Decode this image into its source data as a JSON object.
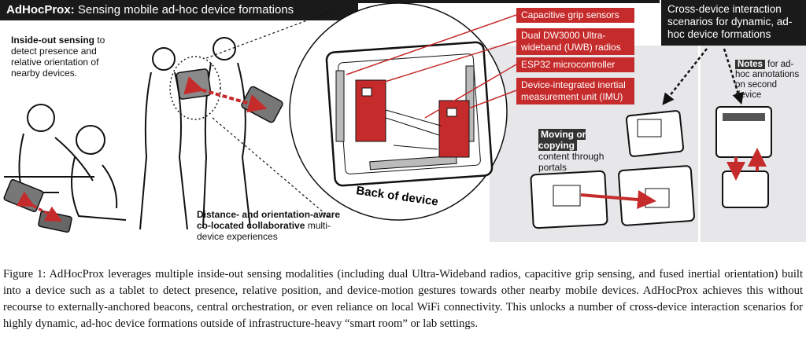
{
  "figure": {
    "title_brand": "AdHocProx:",
    "title_rest": " Sensing mobile ad-hoc device formations",
    "sensing_label_bold": "Inside-out sensing",
    "sensing_label_rest": " to detect presence and relative orientation of nearby devices.",
    "collab_label_bold": "Distance- and orientation-aware co-located collaborative",
    "collab_label_rest": " multi-device experiences",
    "back_of_device": "Back of device",
    "components": [
      "Capacitive grip sensors",
      "Dual DW3000 Ultra-wideband (UWB) radios",
      "ESP32 microcontroller",
      "Device-integrated inertial measurement unit (IMU)"
    ],
    "scenarios_title": "Cross-device interaction scenarios for dynamic, ad-hoc device formations",
    "portals_tag": "Moving or copying",
    "portals_rest": "content through portals",
    "notes_tag": "Notes",
    "notes_rest": " for ad-hoc annotations on second device"
  },
  "caption": {
    "label": "Figure 1:",
    "text": " AdHocProx leverages multiple inside-out sensing modalities (including dual Ultra-Wideband radios, capacitive grip sensing, and fused inertial orientation) built into a device such as a tablet to detect presence, relative position, and device-motion gestures towards other nearby mobile devices. AdHocProx achieves this without recourse to externally-anchored beacons, central orchestration, or even reliance on local WiFi connectivity. This unlocks a number of cross-device interaction scenarios for highly dynamic, ad-hoc device formations outside of infrastructure-heavy “smart room” or lab settings."
  },
  "colors": {
    "accent_red": "#c62b2b",
    "dark": "#1a1a1a",
    "panel_gray": "#e7e7ea"
  }
}
